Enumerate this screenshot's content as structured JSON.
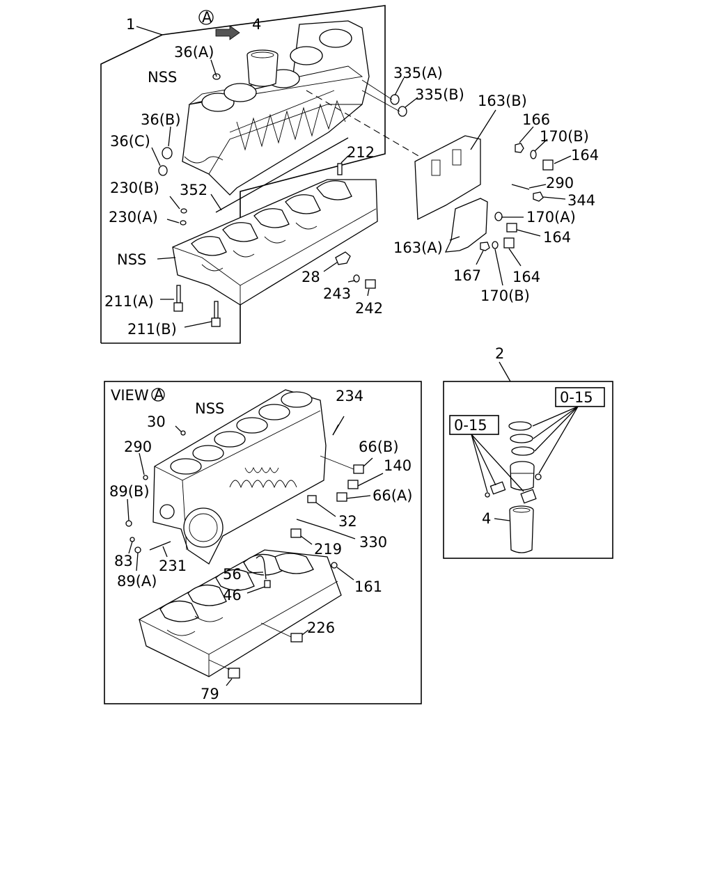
{
  "views": {
    "view_a_marker": "A",
    "view_a_title": "VIEW",
    "view_a_letter": "A"
  },
  "labels": {
    "group_1": "1",
    "group_2": "2",
    "liner_top": "4",
    "bolt_36a": "36(A)",
    "nss_block_top": "NSS",
    "plug_36b": "36(B)",
    "plug_36c": "36(C)",
    "nut_335a": "335(A)",
    "nut_335b": "335(B)",
    "bracket_163b": "163(B)",
    "nut_166": "166",
    "washer_170b_top": "170(B)",
    "bolt_164_top": "164",
    "stud_212": "212",
    "pin_230b": "230(B)",
    "rod_352": "352",
    "pin_230a": "230(A)",
    "nss_crankcase": "NSS",
    "stud_290_top": "290",
    "nut_344": "344",
    "washer_170a": "170(A)",
    "bolt_164_mid": "164",
    "bracket_163a": "163(A)",
    "nut_167": "167",
    "bolt_164_low": "164",
    "washer_170b_low": "170(B)",
    "cover_28": "28",
    "washer_243": "243",
    "bolt_242": "242",
    "bolt_211a": "211(A)",
    "bolt_211b": "211(B)",
    "nss_view": "NSS",
    "stud_234": "234",
    "pin_30": "30",
    "bolt_66b": "66(B)",
    "plug_290_view": "290",
    "plug_140": "140",
    "bolt_66a": "66(A)",
    "plug_89b": "89(B)",
    "plug_32": "32",
    "pin_330": "330",
    "plug_219": "219",
    "pin_83": "83",
    "stud_231": "231",
    "plug_89a": "89(A)",
    "pipe_56": "56",
    "bolt_46": "46",
    "pin_161": "161",
    "bolt_226": "226",
    "bolt_79": "79",
    "liner_kit": "4",
    "ring_set": "0-15",
    "pin_set": "0-15"
  }
}
